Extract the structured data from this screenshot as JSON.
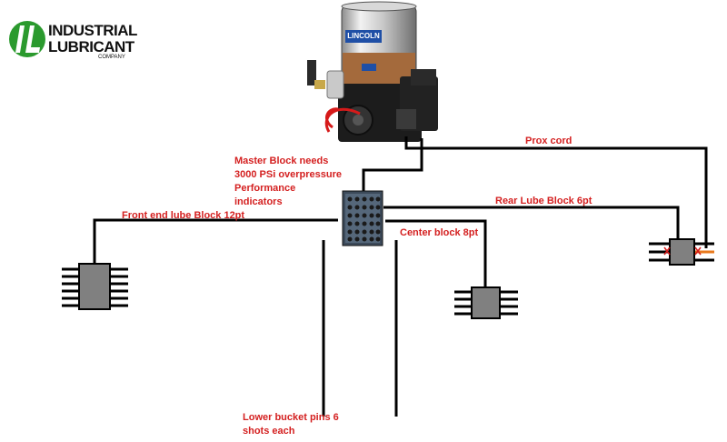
{
  "logo": {
    "line1": "INDUSTRIAL",
    "line2": "LUBRICANT",
    "line3": "COMPANY",
    "mark": "IL",
    "brand_color": "#2b9a2e"
  },
  "pump": {
    "brand": "LINCOLN",
    "brand_color": "#1f4fa6",
    "grease_color": "#a46a3c"
  },
  "labels": {
    "master_block_1": "Master Block needs",
    "master_block_2": "3000 PSi overpressure",
    "master_block_3": "Performance",
    "master_block_4": "indicators",
    "prox_cord": "Prox cord",
    "front_block": "Front end lube Block  12pt",
    "rear_block": "Rear Lube Block 6pt",
    "center_block": "Center block 8pt",
    "lower_bucket_1": "Lower bucket pins 6",
    "lower_bucket_2": "shots each"
  },
  "colors": {
    "label": "#d42020",
    "line": "#000000",
    "block_fill": "#808080"
  }
}
